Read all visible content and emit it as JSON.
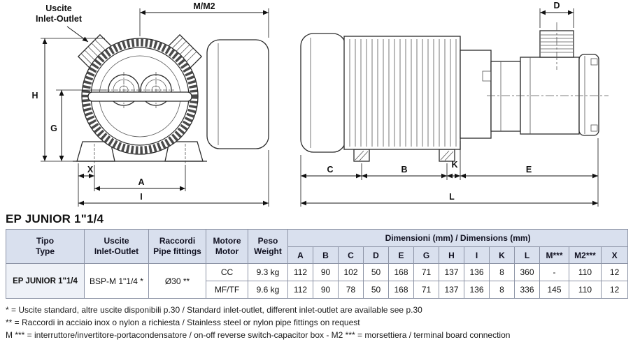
{
  "page": {
    "title": "EP JUNIOR 1\"1/4"
  },
  "drawing": {
    "front_label_line1": "Uscite",
    "front_label_line2": "Inlet-Outlet",
    "dims": {
      "mm2": "M/M2",
      "h": "H",
      "g": "G",
      "x": "X",
      "a": "A",
      "i": "I",
      "d": "D",
      "c": "C",
      "b": "B",
      "k": "K",
      "e": "E",
      "l": "L"
    }
  },
  "table": {
    "headers": {
      "tipo": "Tipo",
      "type": "Type",
      "uscite": "Uscite",
      "inlet_outlet": "Inlet-Outlet",
      "raccordi": "Raccordi",
      "pipe_fittings": "Pipe fittings",
      "motore": "Motore",
      "motor": "Motor",
      "peso": "Peso",
      "weight": "Weight",
      "dimensions": "Dimensioni (mm) / Dimensions (mm)",
      "dim_cols": [
        "A",
        "B",
        "C",
        "D",
        "E",
        "G",
        "H",
        "I",
        "K",
        "L",
        "M***",
        "M2***",
        "X"
      ]
    },
    "rows": [
      {
        "tipo": "EP JUNIOR 1\"1/4",
        "uscite": "BSP-M 1\"1/4 *",
        "raccordi": "Ø30 **",
        "motore": "CC",
        "peso": "9.3 kg",
        "dims": [
          "112",
          "90",
          "102",
          "50",
          "168",
          "71",
          "137",
          "136",
          "8",
          "360",
          "-",
          "110",
          "12"
        ]
      },
      {
        "motore": "MF/TF",
        "peso": "9.6 kg",
        "dims": [
          "112",
          "90",
          "78",
          "50",
          "168",
          "71",
          "137",
          "136",
          "8",
          "336",
          "145",
          "110",
          "12"
        ]
      }
    ]
  },
  "footnotes": [
    "* = Uscite standard, altre uscite disponibili p.30 / Standard inlet-outlet, different inlet-outlet are available see p.30",
    "** = Raccordi in acciaio inox o nylon a richiesta / Stainless steel or nylon pipe fittings on request",
    "M *** = interruttore/invertitore-portacondensatore / on-off reverse switch-capacitor box - M2 *** = morsettiera / terminal board connection"
  ]
}
